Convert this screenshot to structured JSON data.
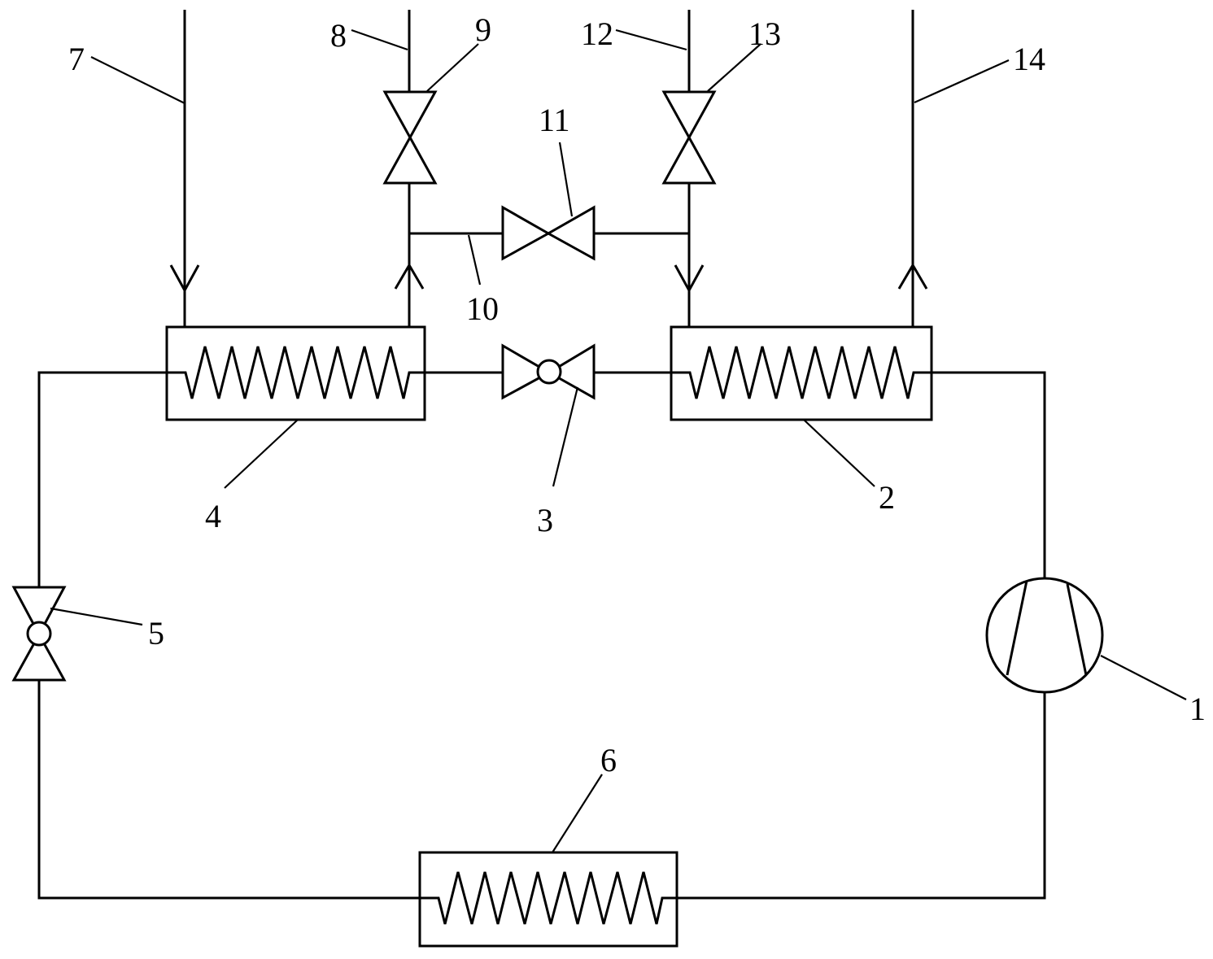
{
  "labels": {
    "compressor": "1",
    "heat_exchanger_right": "2",
    "expansion_valve_middle": "3",
    "heat_exchanger_left": "4",
    "expansion_valve_left": "5",
    "heat_exchanger_bottom": "6",
    "inlet_pipe_left": "7",
    "outlet_pipe_left": "8",
    "valve_left_top": "9",
    "connecting_pipe": "10",
    "connecting_valve": "11",
    "inlet_pipe_right": "12",
    "valve_right_top": "13",
    "outlet_pipe_right": "14"
  }
}
